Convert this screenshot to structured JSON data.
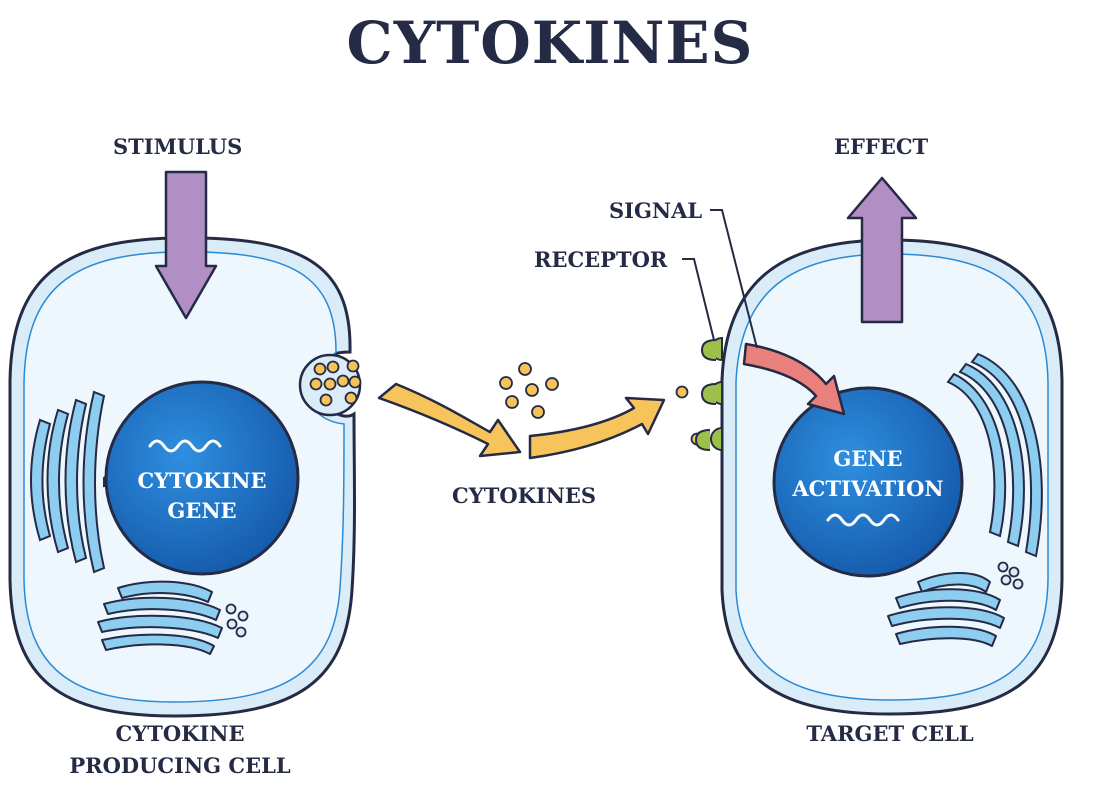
{
  "title": "CYTOKINES",
  "labels": {
    "stimulus": "STIMULUS",
    "effect": "EFFECT",
    "signal": "SIGNAL",
    "receptor": "RECEPTOR",
    "cytokines": "CYTOKINES",
    "producing_cell_line1": "CYTOKINE",
    "producing_cell_line2": "PRODUCING CELL",
    "target_cell": "TARGET CELL"
  },
  "nucleus_left": {
    "line1": "CYTOKINE",
    "line2": "GENE"
  },
  "nucleus_right": {
    "line1": "GENE",
    "line2": "ACTIVATION"
  },
  "colors": {
    "outline": "#252a45",
    "cell_fill": "#d9ecf8",
    "cell_inner": "#eef7fd",
    "nucleus": "#1f74c7",
    "purple_arrow": "#b18fc4",
    "yellow_arrow": "#f7c35b",
    "red_arrow": "#e9807c",
    "cytokine_dot": "#f6c35a",
    "receptor": "#9cc14a"
  }
}
